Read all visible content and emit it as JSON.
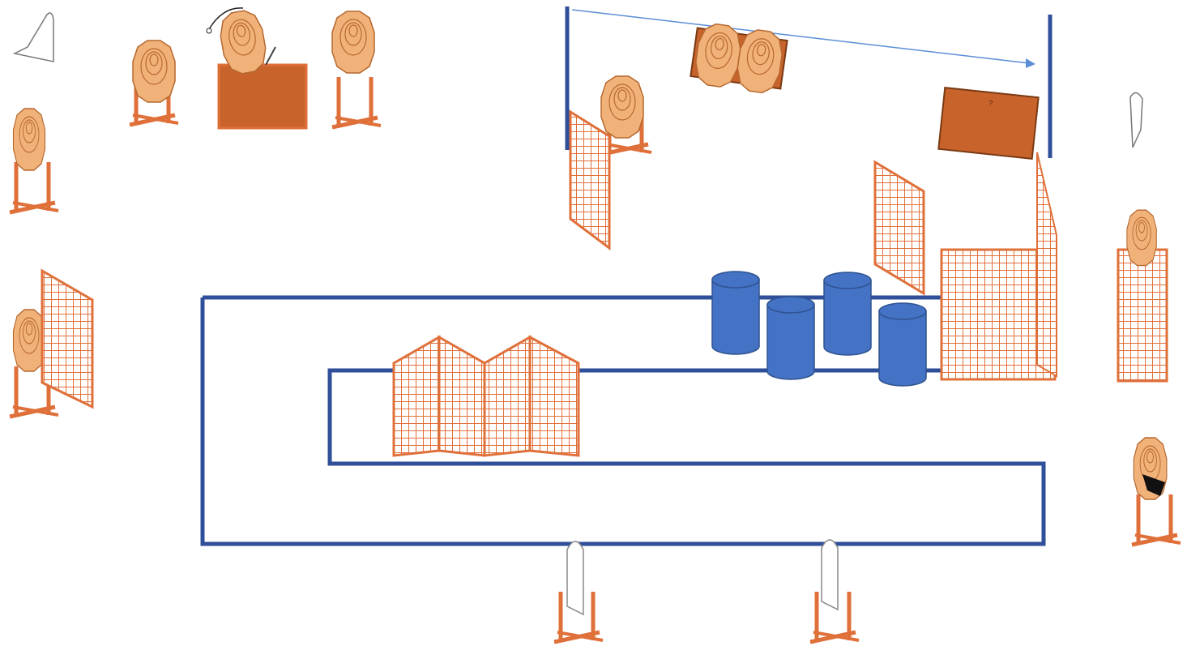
{
  "diagram": {
    "description_visible_text": [],
    "colors": {
      "wall_blue": "#2f4f9a",
      "barrel_blue": "#4472c4",
      "barrel_stroke": "#2f528f",
      "prop_orange": "#e0703a",
      "prop_dark_orange": "#c8632c",
      "target_tan": "#f1b27a",
      "target_ring": "#b5682f",
      "arrow_blue": "#5b8ed6",
      "no_shoot_white": "#ffffff",
      "black_mask": "#111111"
    },
    "elements": {
      "paper_targets_on_stands": 8,
      "no_shoot_targets": 4,
      "barrels": 4,
      "mesh_walls": 6,
      "folding_mesh_walls": 1,
      "wooden_boxes": 2,
      "moving_target_track": 1,
      "swinger_target": 1
    },
    "icons": {
      "paper_target": "octagon-target-icon",
      "no_shoot": "no-shoot-target-icon",
      "barrel": "barrel-icon",
      "mesh": "mesh-wall-icon",
      "box": "wooden-box-icon",
      "arrow": "movement-arrow-icon"
    }
  }
}
